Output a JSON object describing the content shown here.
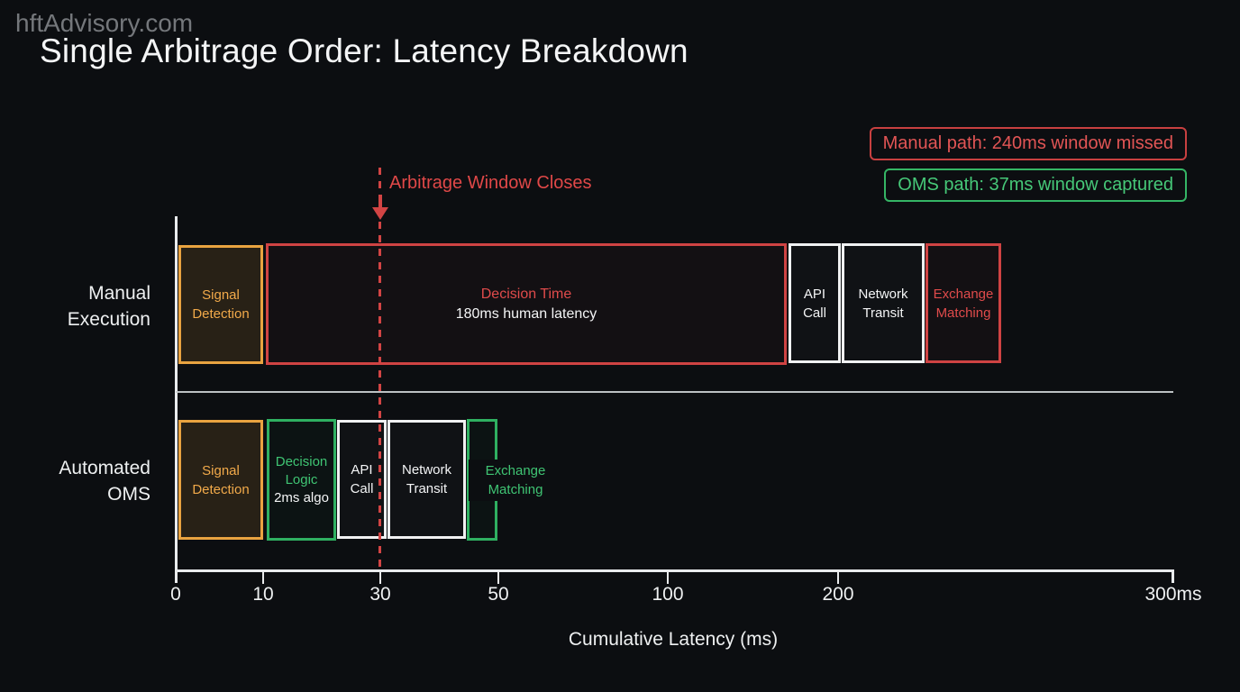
{
  "watermark": "hftAdvisory.com",
  "title": "Single Arbitrage Order: Latency Breakdown",
  "badges": {
    "manual": "Manual path: 240ms window missed",
    "oms": "OMS path: 37ms window captured"
  },
  "annotation": {
    "label": "Arbitrage Window Closes"
  },
  "rows": {
    "manual": {
      "label_line1": "Manual",
      "label_line2": "Execution",
      "segments": {
        "signal": "Signal Detection",
        "decision_title": "Decision Time",
        "decision_sub": "180ms human latency",
        "api": "API Call",
        "network": "Network Transit",
        "exchange": "Exchange Matching"
      }
    },
    "oms": {
      "label_line1": "Automated",
      "label_line2": "OMS",
      "segments": {
        "signal": "Signal Detection",
        "decision_title": "Decision Logic",
        "decision_sub": "2ms algo",
        "api": "API Call",
        "network": "Network Transit",
        "exchange": "Exchange Matching"
      }
    }
  },
  "axis": {
    "label": "Cumulative Latency (ms)",
    "ticks": [
      "0",
      "10",
      "30",
      "50",
      "100",
      "200",
      "300ms"
    ]
  },
  "colors": {
    "background": "#0c0e11",
    "red": "#cf4343",
    "green": "#2fb061",
    "orange": "#e9a340",
    "white": "#f0f1f2"
  },
  "chart_data": {
    "type": "bar",
    "subtype": "horizontal-latency-timeline-comparison",
    "title": "Single Arbitrage Order: Latency Breakdown",
    "xlabel": "Cumulative Latency (ms)",
    "x_ticks_ms": [
      0,
      10,
      30,
      50,
      100,
      200,
      300
    ],
    "x_scale": "nonlinear-compressed",
    "grid": false,
    "annotation": {
      "label": "Arbitrage Window Closes",
      "x_ms": 30
    },
    "series": [
      {
        "name": "Manual Execution",
        "total_latency_ms": 240,
        "outcome": "window missed",
        "segments": [
          {
            "label": "Signal Detection",
            "color": "orange"
          },
          {
            "label": "Decision Time",
            "note": "180ms human latency",
            "duration_ms": 180,
            "color": "red"
          },
          {
            "label": "API Call",
            "color": "white"
          },
          {
            "label": "Network Transit",
            "color": "white"
          },
          {
            "label": "Exchange Matching",
            "color": "red"
          }
        ]
      },
      {
        "name": "Automated OMS",
        "total_latency_ms": 37,
        "outcome": "window captured",
        "segments": [
          {
            "label": "Signal Detection",
            "color": "orange"
          },
          {
            "label": "Decision Logic",
            "note": "2ms algo",
            "duration_ms": 2,
            "color": "green"
          },
          {
            "label": "API Call",
            "color": "white"
          },
          {
            "label": "Network Transit",
            "color": "white"
          },
          {
            "label": "Exchange Matching",
            "color": "green"
          }
        ]
      }
    ]
  }
}
